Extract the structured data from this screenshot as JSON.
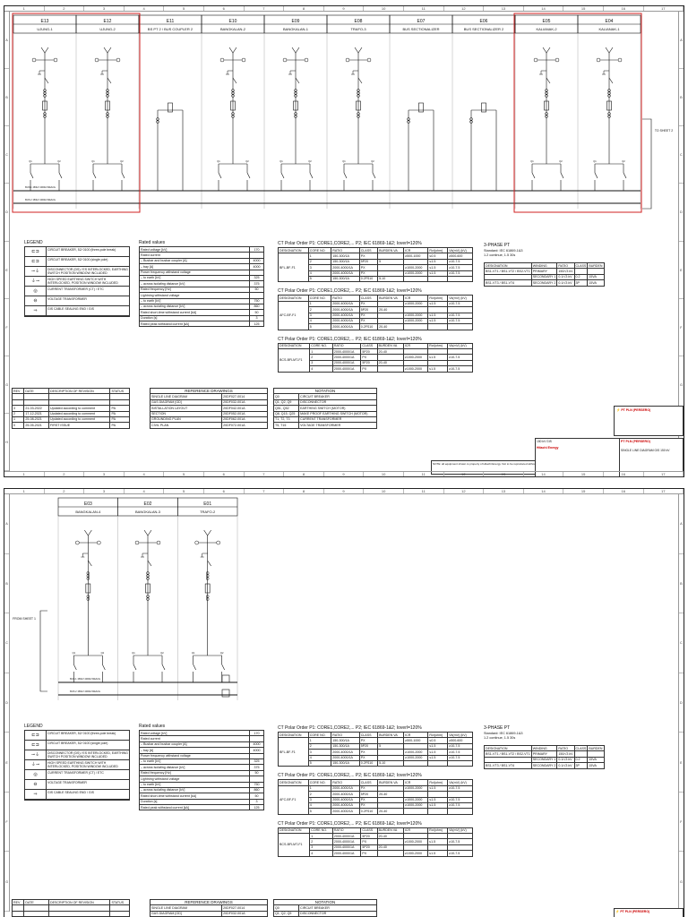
{
  "sheet1": {
    "bays": [
      {
        "code": "E13",
        "name": "UJUNG-1"
      },
      {
        "code": "E12",
        "name": "UJUNG-2"
      },
      {
        "code": "E11",
        "name": "BS PT 2 / BUS COUPLER 2"
      },
      {
        "code": "E10",
        "name": "BANGKALAN-2"
      },
      {
        "code": "E09",
        "name": "BANGKALAN-1"
      },
      {
        "code": "E08",
        "name": "TRAFO-3"
      },
      {
        "code": "E07",
        "name": "BUS SECTIONALIZER"
      },
      {
        "code": "E06",
        "name": "BUS SECTIONALIZER 2"
      },
      {
        "code": "E05",
        "name": "KALIANAK-2"
      },
      {
        "code": "E04",
        "name": "KALIANAK-1"
      }
    ],
    "to_label": "TO SHEET 2"
  },
  "sheet2": {
    "bays": [
      {
        "code": "E03",
        "name": "BANGKALAN-4"
      },
      {
        "code": "E02",
        "name": "BANGKALAN-3"
      },
      {
        "code": "E01",
        "name": "TRAFO-2"
      }
    ],
    "from_label": "FROM SHEET 1"
  },
  "legend": {
    "title": "LEGEND",
    "items": [
      "CIRCUIT BREAKER, 52/ 0100 (three-pole break)",
      "CIRCUIT BREAKER, 52/ 0100 (single pole)",
      "DISCONNECTOR (DS) / ES INTERLOCKED, EARTHING SWITCH POSITION WINDOW INCLUDED",
      "HIGH SPEED EARTHING SWITCH WITH INTERLOCKED, POSITION WINDOW INCLUDED",
      "CURRENT TRANSFORMER (CT) / ETC",
      "VOLTAGE TRANSFORMER",
      "GIS CABLE SEALING END / GIS"
    ]
  },
  "ratings": {
    "title": "Rated values",
    "rows": [
      {
        "label": "Rated voltage [kV]",
        "value": "170"
      },
      {
        "label": "Rated current",
        "value": ""
      },
      {
        "label": "– Busbar and busbar coupler [A]",
        "value": "4000"
      },
      {
        "label": "– bay [A]",
        "value": "4000"
      },
      {
        "label": "Power frequency withstand voltage",
        "value": ""
      },
      {
        "label": "– to earth [kV]",
        "value": "325"
      },
      {
        "label": "– across isolating distance [kV]",
        "value": "375"
      },
      {
        "label": "Rated frequency [Hz]",
        "value": "50"
      },
      {
        "label": "Lightning withstand voltage",
        "value": ""
      },
      {
        "label": "– to earth [kV]",
        "value": "750"
      },
      {
        "label": "– across isolating distance [kV]",
        "value": "860"
      },
      {
        "label": "Rated short-time withstand current [kA]",
        "value": "50"
      },
      {
        "label": "Duration [s]",
        "value": "3"
      },
      {
        "label": "Rated peak withstand current [kA]",
        "value": "125"
      }
    ]
  },
  "ct_tables": {
    "title": "CT Polar Order P1: CORE1,CORE2,... P2; IEC 61869-1&2; Ioverl=120%",
    "headers": [
      "DESIGNATION",
      "CORE NO.",
      "RATIO",
      "CLASS",
      "BURDEN VA",
      "ICR",
      "Rct(ohm)",
      "Vk(mV) (kV)"
    ],
    "groups": [
      {
        "designation": "BFL-BF-F1",
        "rows": [
          [
            "1",
            "150-300/1A",
            "PX",
            "",
            "≥500-1000",
            "≤0.5",
            "≥500-600"
          ],
          [
            "2",
            "150-300/1A",
            "5P20",
            "5",
            "",
            "≤1.5",
            "≥10-7.5"
          ],
          [
            "3",
            "2000-4000/1A",
            "PX",
            "",
            "≥1000-2000",
            "≤1.5",
            "≥10-7.5"
          ],
          [
            "4",
            "2000-4000/1A",
            "PX",
            "",
            "≥1000-2000",
            "≤1.5",
            "≥10-7.5"
          ],
          [
            "5",
            "150-300/1A",
            "0.2FS10",
            "5-10",
            "",
            "",
            ""
          ]
        ]
      },
      {
        "designation": "AFC-BF-F1",
        "rows": [
          [
            "1",
            "2000-4000/1A",
            "PX",
            "",
            "≥1000-2000",
            "≤1.5",
            "≥10-7.5"
          ],
          [
            "2",
            "2000-4000/1A",
            "5P20",
            "20-40",
            "",
            "",
            ""
          ],
          [
            "3",
            "2000-4000/1A",
            "PX",
            "",
            "≥1000-2000",
            "≤1.5",
            "≥10-7.5"
          ],
          [
            "4",
            "2000-4000/1A",
            "PX",
            "",
            "≥1000-2000",
            "≤1.5",
            "≥10-7.5"
          ],
          [
            "5",
            "2000-4000/1A",
            "0.2FS10",
            "20-40",
            "",
            "",
            ""
          ]
        ]
      },
      {
        "designation": "BCS-BFLMT-F1",
        "rows": [
          [
            "1",
            "2000-4000/1A",
            "5P20",
            "20-40",
            "",
            "",
            ""
          ],
          [
            "2",
            "2000-4000/1A",
            "PX",
            "",
            "≥1000-2000",
            "≤1.5",
            "≥10-7.5"
          ],
          [
            "3",
            "2000-4000/1A",
            "5P20",
            "20-40",
            "",
            "",
            ""
          ],
          [
            "4",
            "2000-4000/1A",
            "PX",
            "",
            "≥1000-2000",
            "≤1.5",
            "≥10-7.5"
          ]
        ]
      }
    ]
  },
  "vt_table": {
    "title": "3-PHASE PT",
    "subtitle": "Standard: IEC 61869-1&3",
    "subtitle2": "1.2 continue, 1.5 30s",
    "headers": [
      "DESIGNATION",
      "WINDING",
      "RATIO",
      "CLASS",
      "BURDEN"
    ],
    "rows": [
      [
        "BS1-VT1 / BS1-VT2 / BS2-VT1",
        "PRIMARY",
        "150/√3 kV",
        "",
        ""
      ],
      [
        "",
        "SECONDARY 1",
        "0.1/√3 kV",
        "0.2",
        "15VA"
      ],
      [
        "BS1-VT3 / BS1-VT4",
        "SECONDARY 2",
        "0.1/√3 kV",
        "3P",
        "15VA"
      ]
    ]
  },
  "revisions": {
    "headers": [
      "REV",
      "DATE",
      "DESCRIPTION OF REVISION",
      "STATUS"
    ],
    "rows": [
      [
        "3",
        "21-03-2022",
        "Updated according to comment",
        "PA"
      ],
      [
        "2",
        "17-12-2021",
        "Updated according to comment",
        "PA"
      ],
      [
        "1",
        "25-08-2021",
        "Updated according to comment",
        "PA"
      ],
      [
        "0",
        "25-05-2021",
        "FIRST ISSUE",
        "PA"
      ]
    ]
  },
  "references": {
    "title": "REFERENCE DRAWINGS",
    "rows": [
      [
        "SINGLE LINE DIAGRAM",
        "20DF027-0014"
      ],
      [
        "GAS DIAGRAM [GD]",
        "20DF032-001A"
      ],
      [
        "INSTALLATION LAYOUT",
        "20DF042-001A"
      ],
      [
        "SECTION",
        "20DF052-001A"
      ],
      [
        "GROUNDING PLAN",
        "20DF062-001A"
      ],
      [
        "CIVIL PLAN",
        "20DF072-001A"
      ]
    ]
  },
  "notation": {
    "title": "NOTATION",
    "rows": [
      [
        "Q0",
        "CIRCUIT BREAKER"
      ],
      [
        "Q1, Q2, Q9",
        "DISCONNECTOR"
      ],
      [
        "Q51, Q52",
        "EARTHING SWITCH (MOTOR)"
      ],
      [
        "Q8, Q15, Q25",
        "MAKE PROOF EARTHING SWITCH (MOTOR)"
      ],
      [
        "T1, T2, T3",
        "CURRENT TRANSFORMER"
      ],
      [
        "T5, T15",
        "VOLTAGE TRANSFORMER"
      ]
    ]
  },
  "title_block": {
    "company": "PT PLN (PERSERO)",
    "drawing_title": "SINGLE LINE DIAGRAM GIS 150 kV",
    "vendor": "Hitachi Energy",
    "project": "150 kV GIS",
    "note": "NOTE: all equipment shown is property of Hitachi Energy. Not to be reproduced without written consent."
  },
  "colors": {
    "line": "#111111",
    "highlight": "#d22222",
    "logo": "#cc0000"
  }
}
